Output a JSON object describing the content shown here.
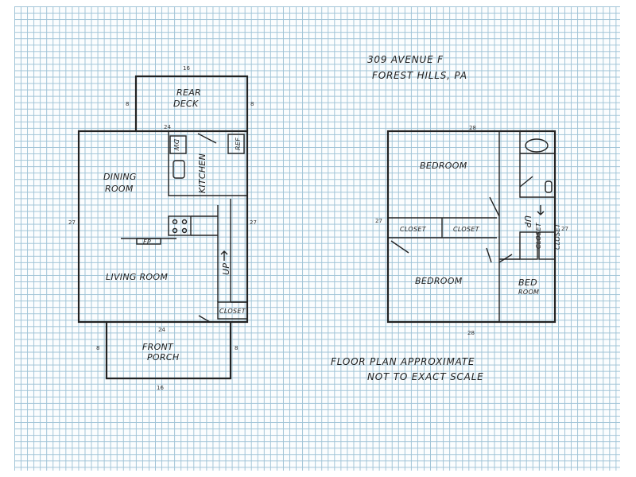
{
  "header": {
    "address_line1": "309 AVENUE F",
    "address_line2": "FOREST HILLS, PA"
  },
  "note": {
    "line1": "FLOOR PLAN APPROXIMATE",
    "line2": "NOT TO EXACT SCALE"
  },
  "first_floor": {
    "rear_deck": [
      "REAR",
      "DECK"
    ],
    "dining_room": [
      "DINING",
      "ROOM"
    ],
    "kitchen": "KITCHEN",
    "dw": "DW",
    "ref": "REF",
    "living_room": "LIVING ROOM",
    "fp": "FP",
    "up": "UP",
    "closet": "CLOSET",
    "front_porch": [
      "FRONT",
      "PORCH"
    ],
    "dims": {
      "deck_top": "16",
      "deck_left": "8",
      "deck_right": "8",
      "deck_bottom": "24",
      "house_left": "27",
      "house_right": "27",
      "house_bottom": "24",
      "porch_left": "8",
      "porch_right": "8",
      "porch_bottom": "16"
    }
  },
  "second_floor": {
    "bedroom_top": "BEDROOM",
    "closet_a": "CLOSET",
    "closet_b": "CLOSET",
    "bedroom_bottom": "BEDROOM",
    "up": "UP",
    "closet_c": "CLOSET",
    "closet_d": "CLOSET",
    "bed_room": [
      "BED",
      "ROOM"
    ],
    "dims": {
      "top": "28",
      "left": "27",
      "right": "27",
      "bottom": "28"
    }
  }
}
